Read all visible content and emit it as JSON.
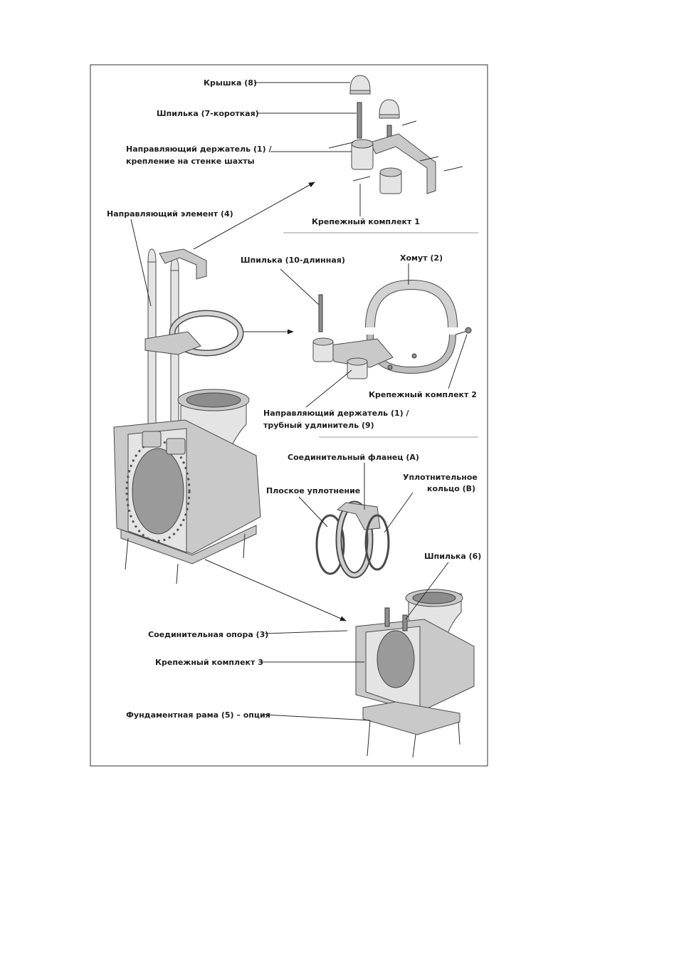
{
  "labels": {
    "cover": "Крышка (8)",
    "stud_short": "Шпилька (7-короткая)",
    "guide_holder_wall_1": "Направляющий держатель (1) /",
    "guide_holder_wall_2": "крепление на стенке шахты",
    "fastening_kit_1": "Крепежный комплект 1",
    "guide_element": "Направляющий элемент (4)",
    "stud_long": "Шпилька (10-длинная)",
    "clamp": "Хомут (2)",
    "fastening_kit_2": "Крепежный комплект 2",
    "guide_holder_pipe_1": "Направляющий держатель (1) /",
    "guide_holder_pipe_2": "трубный удлинитель (9)",
    "connecting_flange": "Соединительный фланец (A)",
    "flat_seal": "Плоское уплотнение",
    "sealing_ring_1": "Уплотнительное",
    "sealing_ring_2": "кольцо (B)",
    "stud_6": "Шпилька (6)",
    "connecting_support": "Соединительная опора (3)",
    "fastening_kit_3": "Крепежный комплект 3",
    "foundation_frame": "Фундаментная рама (5) – опция"
  }
}
